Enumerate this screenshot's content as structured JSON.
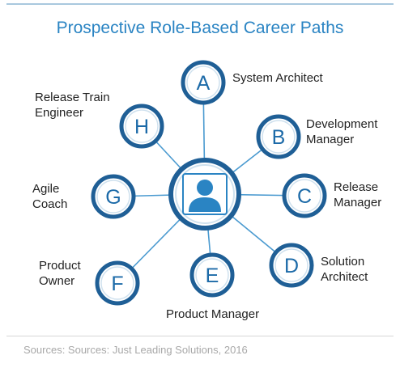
{
  "title": "Prospective Role-Based Career Paths",
  "source": "Sources: Sources: Just Leading Solutions, 2016",
  "center_icon": "person-icon",
  "colors": {
    "accent": "#2a84c3",
    "node_ring": "#1c6aa8",
    "connector": "#4a9ad0"
  },
  "nodes": [
    {
      "letter": "A",
      "lines": [
        "System Architect"
      ]
    },
    {
      "letter": "B",
      "lines": [
        "Development",
        "Manager"
      ]
    },
    {
      "letter": "C",
      "lines": [
        "Release",
        "Manager"
      ]
    },
    {
      "letter": "D",
      "lines": [
        "Solution",
        "Architect"
      ]
    },
    {
      "letter": "E",
      "lines": [
        "Product Manager"
      ]
    },
    {
      "letter": "F",
      "lines": [
        "Product",
        "Owner"
      ]
    },
    {
      "letter": "G",
      "lines": [
        "Agile",
        "Coach"
      ]
    },
    {
      "letter": "H",
      "lines": [
        "Release Train",
        "Engineer"
      ]
    }
  ]
}
